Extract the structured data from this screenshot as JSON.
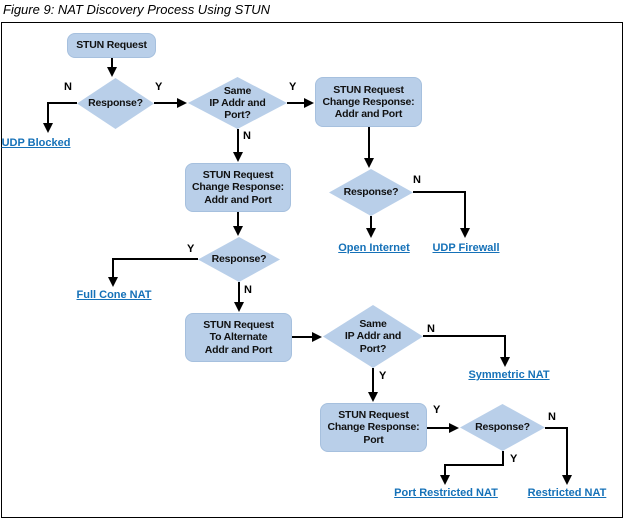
{
  "title": "Figure 9: NAT Discovery Process Using STUN",
  "colors": {
    "node_fill": "#b9cfe9",
    "node_border": "#a6c0de",
    "link_blue": "#1571b8",
    "line_color": "#000000"
  },
  "branch_labels": {
    "yes": "Y",
    "no": "N"
  },
  "nodes": {
    "stun_request": {
      "lines": [
        "STUN Request"
      ]
    },
    "response_1": {
      "label": "Response?"
    },
    "same_ip_1": {
      "lines": [
        "Same",
        "IP Addr and",
        "Port?"
      ]
    },
    "change_addr_port_right": {
      "lines": [
        "STUN Request",
        "Change Response:",
        "Addr and Port"
      ]
    },
    "response_right": {
      "label": "Response?"
    },
    "change_addr_port_mid": {
      "lines": [
        "STUN Request",
        "Change Response:",
        "Addr and Port"
      ]
    },
    "response_mid": {
      "label": "Response?"
    },
    "alternate_addr_port": {
      "lines": [
        "STUN Request",
        "To Alternate",
        "Addr and Port"
      ]
    },
    "same_ip_2": {
      "lines": [
        "Same",
        "IP Addr and",
        "Port?"
      ]
    },
    "change_port": {
      "lines": [
        "STUN Request",
        "Change Response:",
        "Port"
      ]
    },
    "response_bottom": {
      "label": "Response?"
    }
  },
  "outcomes": {
    "udp_blocked": "UDP Blocked",
    "open_internet": "Open Internet",
    "udp_firewall": "UDP Firewall",
    "full_cone_nat": "Full Cone NAT",
    "symmetric_nat": "Symmetric NAT",
    "port_restricted_nat": "Port Restricted NAT",
    "restricted_nat": "Restricted NAT"
  }
}
